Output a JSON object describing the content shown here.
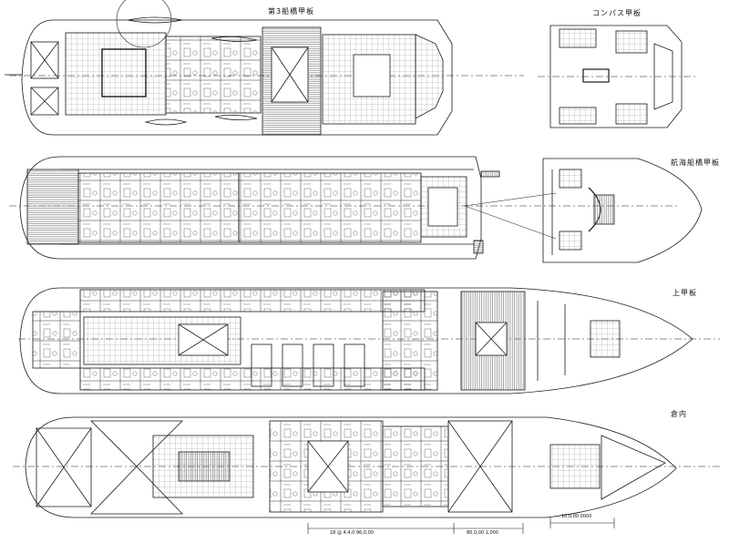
{
  "titles": {
    "boat_deck": "第3船橋甲板",
    "compass_deck": "コンパス甲板",
    "navigation_bridge_deck": "航海船橋甲板",
    "upper_deck": "上甲板",
    "hold": "倉内"
  },
  "dimensions": {
    "hold_span_a": "18 @ 4,4,0 96,0,00",
    "hold_span_b": "80,0,00 1,000",
    "hold_span_c": "10,0,00 0000"
  },
  "style": {
    "line_color": "#1a1a1a",
    "background": "#ffffff",
    "deck_hatch": "#6a6a6a"
  }
}
